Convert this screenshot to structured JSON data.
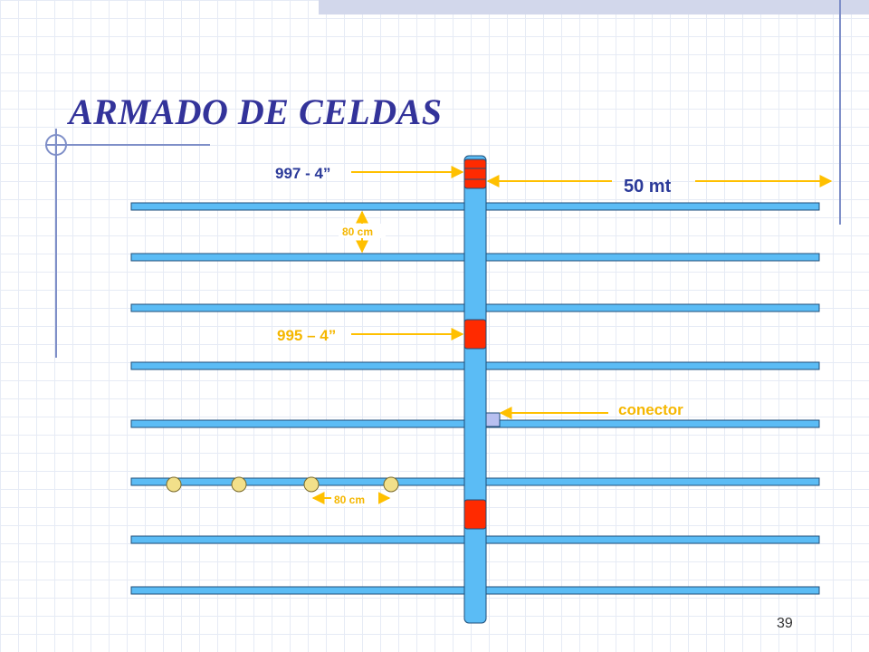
{
  "slide": {
    "title": "ARMADO DE CELDAS",
    "page_number": "39"
  },
  "labels": {
    "valve_top": "997 - 4”",
    "valve_mid": "995 – 4”",
    "length": "50 mt",
    "spacing_vertical": "80 cm",
    "spacing_horizontal": "80 cm",
    "connector": "conector"
  },
  "colors": {
    "pipe": "#5bbcf5",
    "pipe_outline": "#1f4e79",
    "valve": "#ff2a00",
    "arrow": "#ffc000",
    "emitter": "#f2e08a",
    "connector": "#b8c0f0",
    "title": "#33339a"
  }
}
